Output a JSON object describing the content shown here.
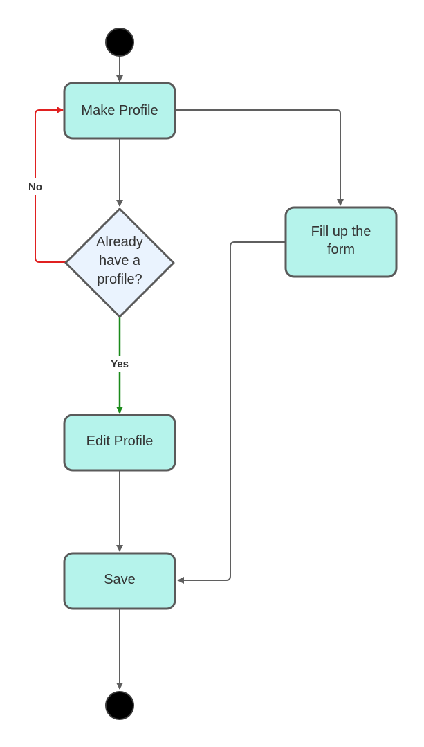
{
  "colors": {
    "node_fill": "#b5f3eb",
    "node_stroke": "#5a5a5a",
    "decision_fill": "#eaf3fe",
    "edge": "#5f5f5f",
    "edge_no": "#e02020",
    "edge_yes": "#1a8a1a",
    "terminal": "#000000"
  },
  "nodes": {
    "make_profile": "Make Profile",
    "decision": [
      "Already",
      "have a",
      "profile?"
    ],
    "fill_form": [
      "Fill up the",
      "form"
    ],
    "edit_profile": "Edit Profile",
    "save": "Save"
  },
  "edges": {
    "no_label": "No",
    "yes_label": "Yes"
  }
}
